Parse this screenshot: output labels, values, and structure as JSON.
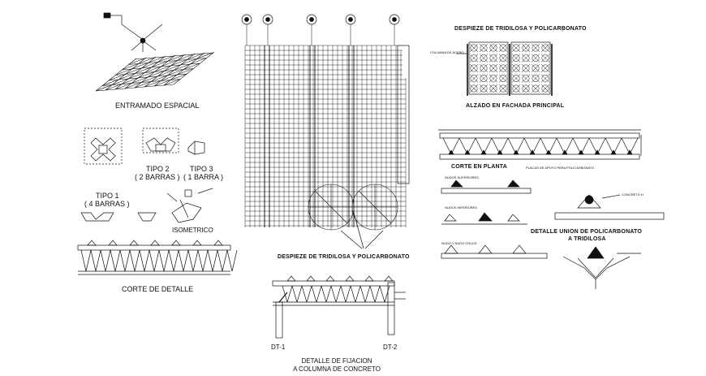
{
  "labels": {
    "entramado": "ENTRAMADO ESPACIAL",
    "tipo1": "TIPO 1",
    "cuatro_barras": "( 4 BARRAS )",
    "tipo2": "TIPO 2",
    "dos_barras": "( 2 BARRAS )",
    "tipo3": "TIPO 3",
    "una_barra": "( 1 BARRA )",
    "isometrico": "ISOMETRICO",
    "corte_detalle": "CORTE DE DETALLE",
    "despiece_center": "DESPIEZE DE TRIDILOSA Y POLICARBONATO",
    "despiece_top": "DESPIEZE DE TRIDILOSA Y POLICARBONATO",
    "columna_acero": "COLUMNA DE ACERO",
    "alzado": "ALZADO EN FACHADA PRINCIPAL",
    "corte_planta": "CORTE EN PLANTA",
    "placa_apoyo": "PLACAS DE APOYO PARA POLICARBONATO",
    "nudo_superior": "NUDOS SUPERIORES",
    "nudo_inferior": "NUDOS INFERIORES",
    "nudo_cruce": "NUDO Y NUDO CRUCE",
    "concreto": "CONCRETO H",
    "detalle_union_1": "DETALLE UNION DE POLICARBONATO",
    "detalle_union_2": "A TRIDILOSA",
    "dt1": "DT-1",
    "dt2": "DT-2",
    "fijacion_1": "DETALLE DE FIJACION",
    "fijacion_2": "A COLUMNA DE CONCRETO"
  }
}
